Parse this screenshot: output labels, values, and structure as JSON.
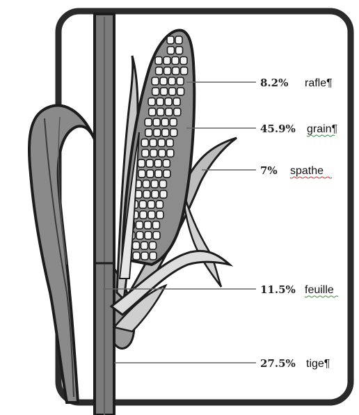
{
  "labels": [
    {
      "key": "rafle",
      "percent": "8.2%",
      "name": "rafle",
      "mark": "¶"
    },
    {
      "key": "grain",
      "percent": "45.9%",
      "name": "grain",
      "mark": "¶"
    },
    {
      "key": "spathe",
      "percent": "7%",
      "name": "spathe",
      "mark": ""
    },
    {
      "key": "feuille",
      "percent": "11.5%",
      "name": "feuille",
      "mark": ""
    },
    {
      "key": "tige",
      "percent": "27.5%",
      "name": "tige",
      "mark": "¶"
    }
  ]
}
